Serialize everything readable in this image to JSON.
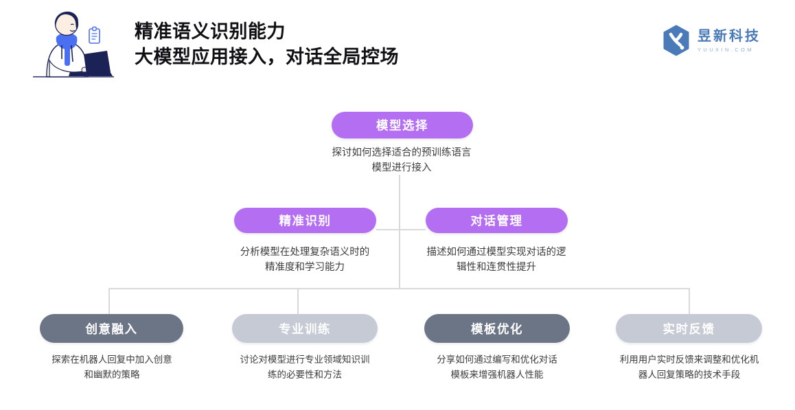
{
  "header": {
    "title_line1": "精准语义识别能力",
    "title_line2": "大模型应用接入，对话全局控场",
    "logo": {
      "name": "昱新科技",
      "domain": "YUUXIN.COM"
    }
  },
  "colors": {
    "node_purple": "#b46ef2",
    "node_dark_gray": "#6b7585",
    "node_light_gray": "#c5cad4",
    "connector_gray": "#d9d9d9",
    "logo_blue": "#4a7ab8",
    "illustration_navy": "#1b2356",
    "illustration_blue": "#4a6ff0",
    "title_color": "#101014"
  },
  "tree": {
    "root": {
      "label": "模型选择",
      "description": "探讨如何选择适合的预训练语言\n模型进行接入"
    },
    "level2": [
      {
        "label": "精准识别",
        "description": "分析模型在处理复杂语义时的\n精准度和学习能力"
      },
      {
        "label": "对话管理",
        "description": "描述如何通过模型实现对话的逻\n辑性和连贯性提升"
      }
    ],
    "level3": [
      {
        "label": "创意融入",
        "description": "探索在机器人回复中加入创意\n和幽默的策略",
        "variant": "dark"
      },
      {
        "label": "专业训练",
        "description": "讨论对模型进行专业领域知识训\n练的必要性和方法",
        "variant": "light"
      },
      {
        "label": "模板优化",
        "description": "分享如何通过编写和优化对话\n模板来增强机器人性能",
        "variant": "dark"
      },
      {
        "label": "实时反馈",
        "description": "利用用户实时反馈来调整和优化机\n器人回复策略的技术手段",
        "variant": "light"
      }
    ]
  }
}
